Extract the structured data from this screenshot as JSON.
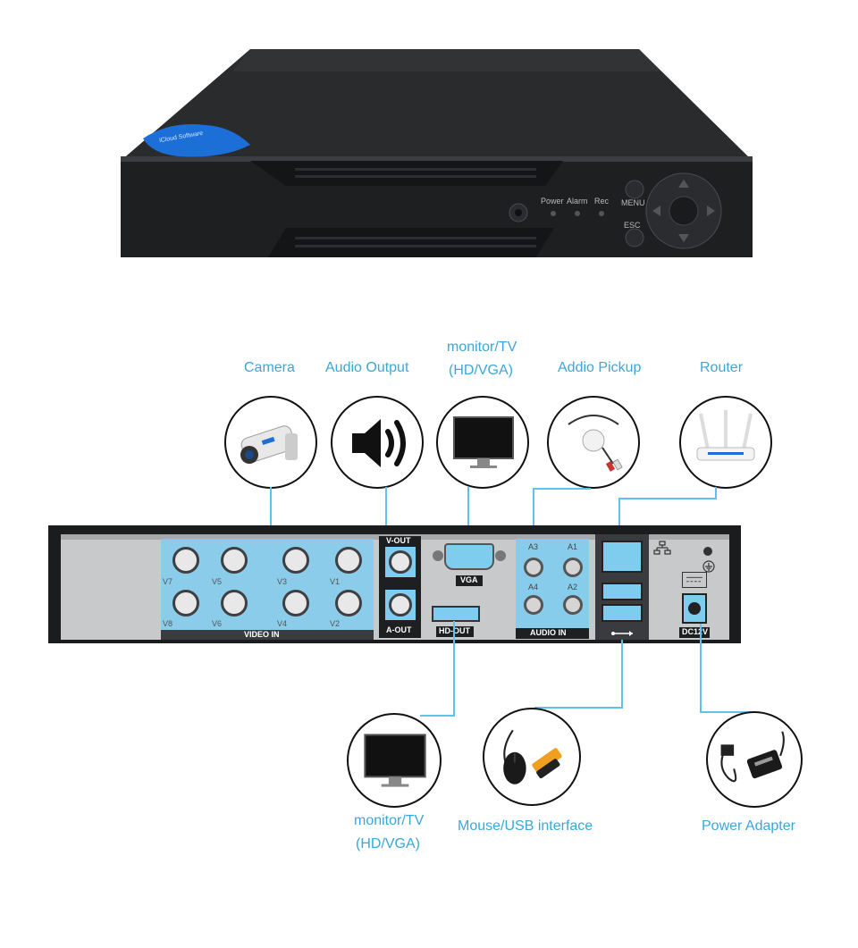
{
  "front_panel": {
    "badge_text": "iCloud Software",
    "led_labels": [
      "Power",
      "Alarm",
      "Rec"
    ],
    "menu_label": "MENU",
    "esc_label": "ESC"
  },
  "top_labels": {
    "camera": "Camera",
    "audio_output": "Audio Output",
    "monitor_line1": "monitor/TV",
    "monitor_line2": "(HD/VGA)",
    "audio_pickup": "Addio Pickup",
    "router": "Router"
  },
  "bottom_labels": {
    "monitor_line1": "monitor/TV",
    "monitor_line2": "(HD/VGA)",
    "mouse_usb": "Mouse/USB interface",
    "power_adapter": "Power Adapter"
  },
  "back_panel": {
    "video_in": "VIDEO IN",
    "video_top_row": [
      "V7",
      "V5",
      "V3",
      "V1"
    ],
    "video_bottom_row": [
      "V8",
      "V6",
      "V4",
      "V2"
    ],
    "v_out": "V-OUT",
    "a_out": "A-OUT",
    "vga": "VGA",
    "hd_out": "HD-OUT",
    "audio_in": "AUDIO IN",
    "audio_ports": [
      "A3",
      "A1",
      "A4",
      "A2"
    ],
    "power_label": "DC12V"
  },
  "colors": {
    "label_blue": "#3aa7d8",
    "wire_blue": "#5cc3ec",
    "highlight_blue": "#7fcdee"
  }
}
